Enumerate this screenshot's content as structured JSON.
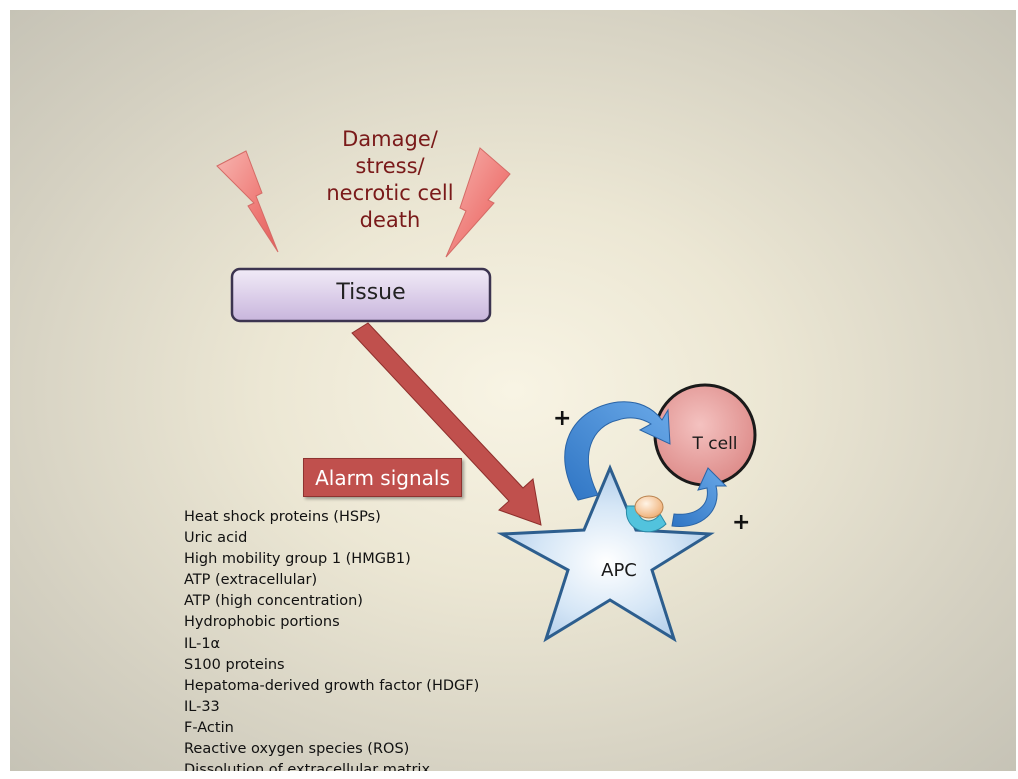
{
  "damage": {
    "lines": [
      "Damage/",
      "stress/",
      "necrotic cell",
      "death"
    ]
  },
  "tissue": {
    "label": "Tissue"
  },
  "alarm": {
    "label": "Alarm signals"
  },
  "signals": [
    "Heat shock proteins (HSPs)",
    "Uric acid",
    "High mobility group 1 (HMGB1)",
    "ATP (extracellular)",
    "ATP (high concentration)",
    "Hydrophobic portions",
    "IL-1α",
    "S100 proteins",
    "Hepatoma-derived growth factor (HDGF)",
    "IL-33",
    "F-Actin",
    "Reactive oxygen species (ROS)",
    "Dissolution of extracellular matrix"
  ],
  "tcell": {
    "label": "T cell"
  },
  "apc": {
    "label": "APC"
  },
  "plus_signs": {
    "left": "+",
    "right": "+"
  },
  "colors": {
    "damage_text": "#7a1a1a",
    "lightning": "#f08080",
    "tissue_box": "#ddd0ea",
    "main_arrow": "#c0504d",
    "alarm_box": "#c0504d",
    "tcell": "#e8a1a1",
    "apc_star": "#c6dcf2",
    "feedback_arrows": "#4a90d9"
  }
}
